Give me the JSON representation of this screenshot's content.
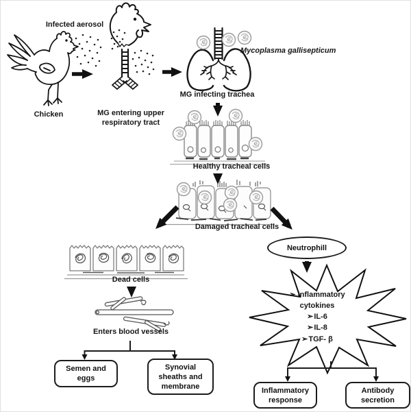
{
  "diagram": {
    "stage_labels": {
      "infected_aerosol": "Infected aerosol",
      "chicken": "Chicken",
      "mg_entering_upper": "MG entering upper respiratory tract",
      "mycoplasma_gallisepticum": "Mycoplasma gallisepticum",
      "mg_infecting_trachea": "MG infecting trachea",
      "healthy_tracheal_cells": "Healthy tracheal cells",
      "damaged_tracheal_cells": "Damaged tracheal cells",
      "dead_cells": "Dead cells",
      "enters_blood_vessels": "Enters blood vessels",
      "neutrophill": "Neutrophill"
    },
    "cytokines": {
      "bullet": "➢",
      "title": "Inflammatory cytokines",
      "items": [
        "IL-6",
        "IL-8",
        "TGF- β"
      ]
    },
    "outcome_boxes": {
      "semen_and_eggs": "Semen and eggs",
      "synovial_sheaths": "Synovial sheaths and membrane",
      "inflammatory_response": "Inflammatory response",
      "antibody_secretion": "Antibody secretion"
    },
    "colors": {
      "ink": "#111111",
      "cell_outline": "#8f8f8f",
      "organism_outline": "#9b9b9b",
      "background": "#ffffff"
    }
  }
}
